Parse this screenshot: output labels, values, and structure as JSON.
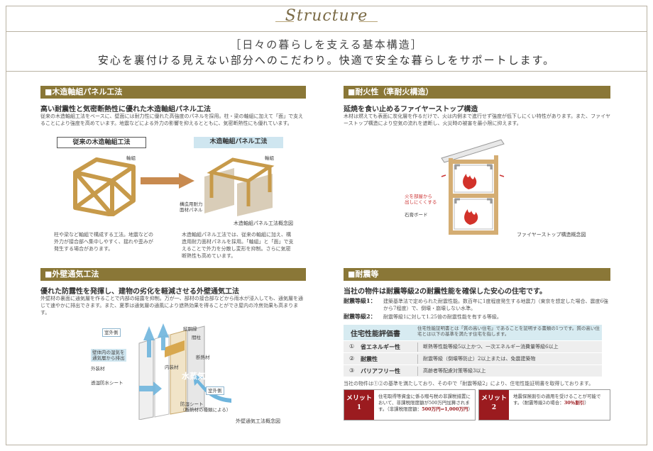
{
  "header": {
    "logo": "Structure",
    "subtitle": "［日々の暮らしを支える基本構造］",
    "tagline": "安心を裏付ける見えない部分へのこだわり。快適で安全な暮らしをサポートします。"
  },
  "panel": {
    "heading": "■木造軸組パネル工法",
    "title": "高い耐震性と気密断熱性に優れた木造軸組パネル工法",
    "body": "従来の木造軸組工法をベースに、壁面には耐力性に優れた高強度のパネルを採用。柱・梁の軸組に加えて「面」で支えることにより強度を高めています。地震などによる外力の影響を抑えるとともに、気密断熱性にも優れています。",
    "label_conventional": "従来の木造軸組工法",
    "label_panel": "木造軸組パネル工法",
    "tag_frame1": "軸組",
    "tag_frame2": "軸組",
    "tag_panel": "構造用耐力\n面材パネル",
    "caption": "木造軸組パネル工法概念図",
    "desc_left": "柱や梁など軸組で構成する工法。地震などの外力が接合部へ集中しやすく、揺れや歪みが発生する場合があります。",
    "desc_right": "木造軸組パネル工法では、従来の軸組に加え、構造用耐力面材パネルを採用。「軸組」と「面」で支えることで外力を分散し変形を抑制。さらに気密断熱性も高めています。"
  },
  "fire": {
    "heading": "■耐火性（準耐火構造）",
    "title": "延焼を食い止めるファイヤーストップ構造",
    "body": "木材は燃えても表面に炭化層を作るだけで、火は内側まで進行せず強度が低下しにくい特性があります。また、ファイヤーストップ構造により空気の流れを遮断し、火災時の被害を最小限に抑えます。",
    "tag_stop": "火を部屋から\n出しにくくする",
    "tag_gypsum": "石膏ボード",
    "caption": "ファイヤーストップ構造概念図"
  },
  "vent": {
    "heading": "■外壁通気工法",
    "title": "優れた防露性を発揮し、建物の劣化を軽減させる外壁通気工法",
    "body": "外壁材の裏面に通気層を作ることで内部の結露を抑制。万が一、部材の接合部などから雨水が浸入しても、通気層を通じて速やかに排出できます。また、夏季は通気層の通風により遮熱効果を得ることができ屋内の冷房効果も高まります。",
    "tag_outdoor1": "室外側",
    "tag_outdoor2": "室外側",
    "tag_exhaust": "壁体内の湿気を\n通気層から排出",
    "tag_siding": "外装材",
    "tag_membrane": "透湿防水シート",
    "tag_furring": "縦胴縁",
    "tag_stud": "間柱",
    "tag_insulation": "断熱材",
    "tag_interior": "内装材",
    "tag_vapor_word": "水蒸気",
    "tag_barrier": "防湿シート\n（断熱材の種類による）",
    "caption": "外壁通気工法概念図"
  },
  "quake": {
    "heading": "■耐震等",
    "title": "当社の物件は耐震等級2の耐震性能を確保した安心の住宅です。",
    "grade1_label": "耐震等級1：",
    "grade1_text": "建築基準法で定められた耐震性能。数百年に1度程度発生する地震力（東京を想定した場合、震度6強から7程度）で、倒壊・崩壊しない水準。",
    "grade2_label": "耐震等級2：",
    "grade2_text": "耐震等級1に対して1.25倍の耐震性能を有する等級。",
    "perf_title": "住宅性能評価書",
    "perf_desc": "住宅性能証明書とは「質の高い住宅」であることを証明する書類の1つです。質の高い住宅とは以下の基準を満たす住宅を指します。",
    "rows": [
      {
        "num": "①",
        "name": "省エネルギー性",
        "value": "断熱等性能等級5以上かつ、一次エネルギー消費量等級6以上"
      },
      {
        "num": "②",
        "name": "耐震性",
        "value": "耐震等級（倒壊等防止）2以上または、免震建築物"
      },
      {
        "num": "③",
        "name": "バリアフリー性",
        "value": "高齢者等配慮対策等級3以上"
      }
    ],
    "note": "当社の物件は①②の基準を満たしており、その中で「耐震等級2」により、住宅性能証明書を取得しております。",
    "merit1_badge": "メリット\n1",
    "merit1_text": "住宅取得等資金に係る贈与税の非課税措置において、非課税限度額が500万円加算されます。（非課税限度額：",
    "merit1_hl": "500万円⇒1,000万円",
    "merit1_end": "）",
    "merit2_badge": "メリット\n2",
    "merit2_text": "地震保険割引の適用を受けることが可能です。（耐震等級2の場合：",
    "merit2_hl": "30％割引",
    "merit2_end": "）"
  }
}
